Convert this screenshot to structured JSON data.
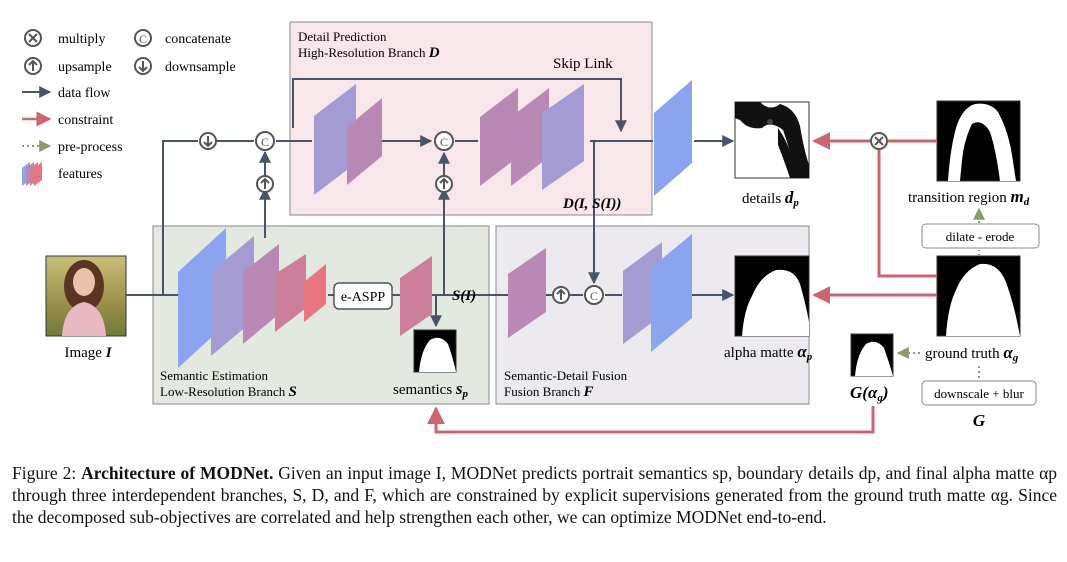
{
  "legend": {
    "multiply": "multiply",
    "concatenate": "concatenate",
    "upsample": "upsample",
    "downsample": "downsample",
    "data_flow": "data flow",
    "constraint": "constraint",
    "pre_process": "pre-process",
    "features": "features"
  },
  "branch_d": {
    "title_line1": "Detail Prediction",
    "title_line2": "High-Resolution Branch",
    "letter": "D"
  },
  "branch_s": {
    "title_line1": "Semantic Estimation",
    "title_line2": "Low-Resolution Branch",
    "letter": "S"
  },
  "branch_f": {
    "title_line1": "Semantic-Detail Fusion",
    "title_line2": "Fusion Branch",
    "letter": "F"
  },
  "labels": {
    "skip_link": "Skip Link",
    "d_is": "D(I, S(I))",
    "s_i": "S(I)",
    "e_aspp": "e-ASPP",
    "image": "Image",
    "image_sym": "I",
    "details": "details",
    "details_sym": "d",
    "details_sub": "p",
    "semantics": "semantics",
    "semantics_sym": "s",
    "semantics_sub": "p",
    "alpha_matte": "alpha matte",
    "alpha_sym": "α",
    "alpha_sub": "p",
    "transition_region": "transition region",
    "transition_sym": "m",
    "transition_sub": "d",
    "ground_truth": "ground truth",
    "gt_sym": "α",
    "gt_sub": "g",
    "g_alpha": "G(α",
    "g_alpha_sub": "g",
    "g_alpha_close": ")",
    "dilate_erode": "dilate - erode",
    "downscale_blur": "downscale + blur",
    "g_letter": "G"
  },
  "colors": {
    "data_flow": "#4a5468",
    "constraint": "#c9666f",
    "preprocess": "#8a9a6a",
    "panel_d": "#f7e6ea",
    "panel_s": "#e3e8e0",
    "panel_f": "#eceaee",
    "blue_block": "#8aa4ef",
    "purple_block": "#a59bd3",
    "mauve_block": "#b889b4",
    "pink_block": "#cc7f9b",
    "red_block": "#e87480"
  },
  "caption": {
    "fig_label": "Figure 2:",
    "title": "Architecture of MODNet.",
    "body": "Given an input image I, MODNet predicts portrait semantics sp, boundary details dp, and final alpha matte αp through three interdependent branches, S, D, and F, which are constrained by explicit supervisions generated from the ground truth matte αg. Since the decomposed sub-objectives are correlated and help strengthen each other, we can optimize MODNet end-to-end."
  }
}
